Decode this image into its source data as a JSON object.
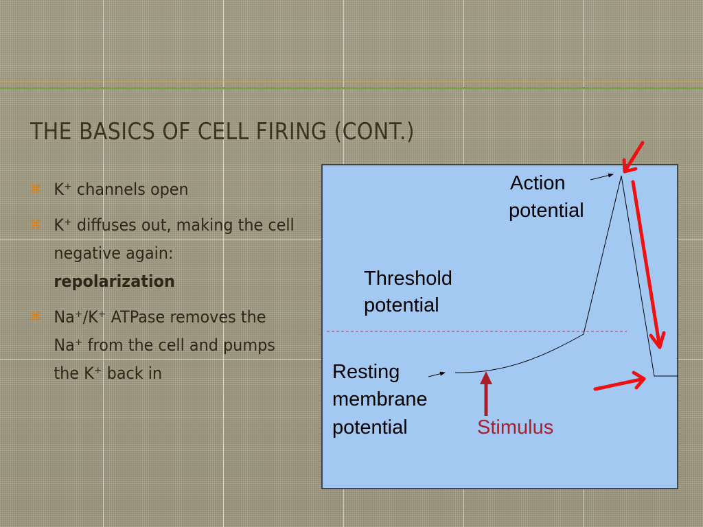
{
  "slide": {
    "title": "THE BASICS OF CELL FIRING (CONT.)",
    "bullet_marker": "⌘",
    "bullets": [
      {
        "text": "K⁺ channels open"
      },
      {
        "text": "K⁺ diffuses out, making the cell negative again: ",
        "emphasis": "repolarization"
      },
      {
        "text": "Na⁺/K⁺ ATPase removes the Na⁺ from the cell and pumps the K⁺ back in"
      }
    ]
  },
  "diagram": {
    "labels": {
      "action_line1": "Action",
      "action_line2": "potential",
      "threshold_line1": "Threshold",
      "threshold_line2": "potential",
      "resting_line1": "Resting",
      "resting_line2": "membrane",
      "resting_line3": "potential",
      "stimulus": "Stimulus"
    },
    "colors": {
      "panel": "#a3c9f2",
      "trace": "#000000",
      "threshold_line": "#c0507a",
      "stimulus": "#a81f2a",
      "highlight_arrows": "#ee1111"
    }
  }
}
